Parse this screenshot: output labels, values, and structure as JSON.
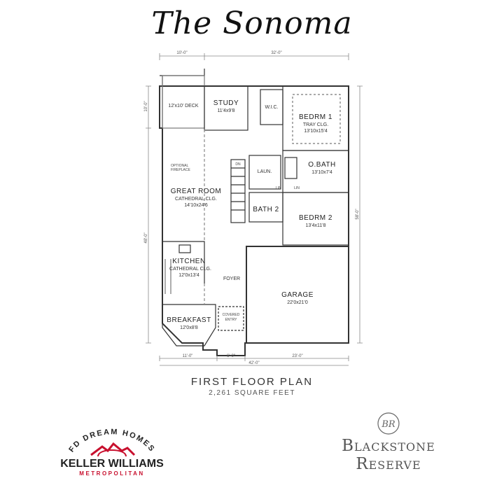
{
  "title": "The Sonoma",
  "plan": {
    "title": "FIRST FLOOR PLAN",
    "subtitle": "2,261 SQUARE FEET",
    "rooms": {
      "deck": {
        "name": "12'x10' DECK"
      },
      "study": {
        "name": "STUDY",
        "size": "11'4x9'8"
      },
      "wic": {
        "name": "W.I.C."
      },
      "bedrm1": {
        "name": "BEDRM 1",
        "note": "TRAY CLG.",
        "size": "13'10x15'4"
      },
      "obath": {
        "name": "O.BATH",
        "size": "13'10x7'4"
      },
      "laun": {
        "name": "LAUN."
      },
      "great": {
        "name": "GREAT ROOM",
        "note": "CATHEDRAL CLG.",
        "size": "14'10x24'6"
      },
      "fireplace": {
        "line1": "OPTIONAL",
        "line2": "FIREPLACE"
      },
      "bath2": {
        "name": "BATH 2"
      },
      "bedrm2": {
        "name": "BEDRM 2",
        "size": "13'4x11'8"
      },
      "kitchen": {
        "name": "KITCHEN",
        "note": "CATHEDRAL CLG.",
        "size": "12'0x13'4"
      },
      "foyer": {
        "name": "FOYER"
      },
      "garage": {
        "name": "GARAGE",
        "size": "22'0x21'0"
      },
      "breakfast": {
        "name": "BREAKFAST",
        "size": "12'0x8'8"
      },
      "entry": {
        "line1": "COVERED",
        "line2": "ENTRY"
      },
      "stair": {
        "label": "DN"
      },
      "lin1": {
        "label": "LIN"
      },
      "lin2": {
        "label": "LIN"
      }
    },
    "dimensions": {
      "top_left": "10'-0\"",
      "top_right": "32'-0\"",
      "bottom_left": "11'-0\"",
      "bottom_mid": "6'-0\"",
      "bottom_right": "23'-0\"",
      "overall_width": "42'-0\"",
      "left_upper": "10'-0\"",
      "left_lower": "48'-0\"",
      "right_overall": "58'-0\""
    }
  },
  "logos": {
    "kw": {
      "arc_text": "FD DREAM HOMES",
      "name": "KELLER WILLIAMS",
      "sub": "METROPOLITAN",
      "accent": "#c8102e"
    },
    "blackstone": {
      "line1": "Blackstone",
      "line2": "Reserve",
      "monogram": "BR"
    }
  }
}
